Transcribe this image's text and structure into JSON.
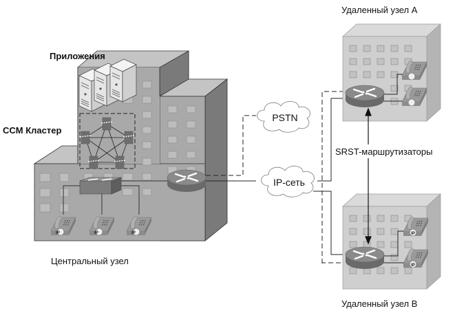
{
  "labels": {
    "applications": "Приложения",
    "ccm_cluster": "CCM Кластер",
    "central_site": "Центральный узел",
    "remote_site_a": "Удаленный узел A",
    "remote_site_b": "Удаленный узел B",
    "srst_routers": "SRST-маршрутизаторы"
  },
  "clouds": {
    "pstn": "PSTN",
    "ip_network": "IP-сеть"
  },
  "phone_badge": "IP",
  "icons": {
    "server": "server-icon",
    "router": "router-icon",
    "switch": "switch-icon",
    "ip_phone": "ip-phone-icon",
    "cloud": "cloud-icon",
    "building": "building-icon",
    "ccm_node": "call-manager-icon"
  },
  "colors": {
    "building_front": "#a9a9a9",
    "building_top": "#c4c4c4",
    "building_side": "#7a7a7a",
    "remote_front": "#cfcfcf",
    "remote_side": "#b4b4b4",
    "remote_top": "#dadada",
    "window": "#bdbdbd",
    "router": "#7d7d7d"
  }
}
